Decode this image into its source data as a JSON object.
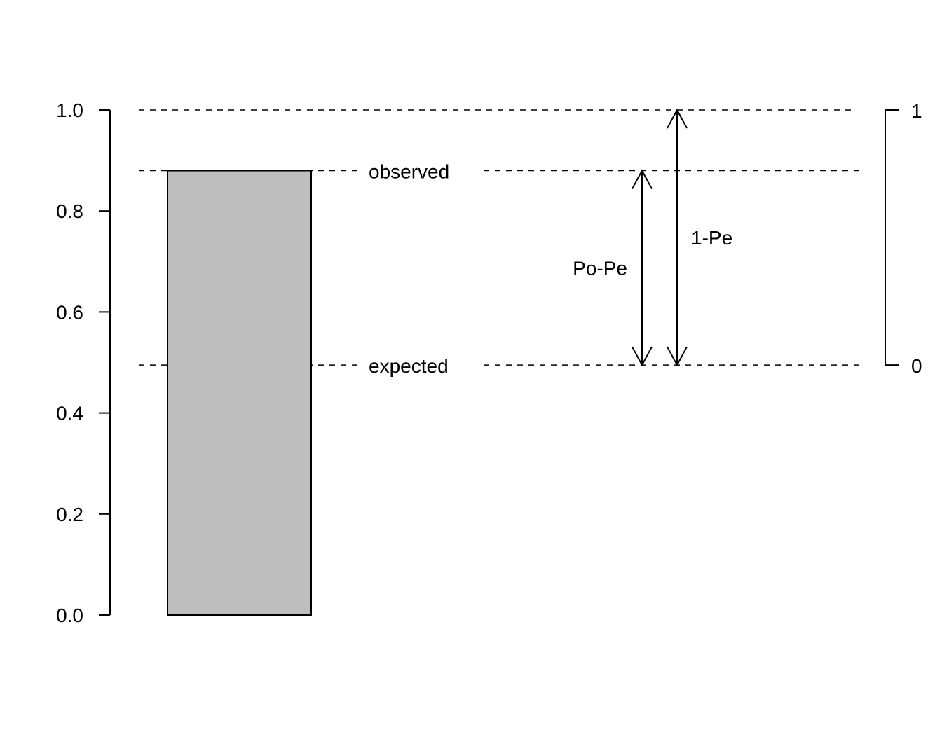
{
  "chart_data": {
    "type": "bar",
    "categories": [
      ""
    ],
    "values": [
      0.88
    ],
    "bar_color": "#bebebe",
    "ylim": [
      0,
      1
    ],
    "y_ticks": [
      {
        "value": 0.0,
        "label": "0.0"
      },
      {
        "value": 0.2,
        "label": "0.2"
      },
      {
        "value": 0.4,
        "label": "0.4"
      },
      {
        "value": 0.6,
        "label": "0.6"
      },
      {
        "value": 0.8,
        "label": "0.8"
      },
      {
        "value": 1.0,
        "label": "1.0"
      }
    ],
    "reference_lines": [
      {
        "value": 1.0,
        "label": ""
      },
      {
        "value": 0.88,
        "label": "observed"
      },
      {
        "value": 0.495,
        "label": "expected"
      }
    ],
    "arrows": [
      {
        "label": "Po-Pe",
        "from": 0.495,
        "to": 0.88
      },
      {
        "label": "1-Pe",
        "from": 0.495,
        "to": 1.0
      }
    ],
    "right_axis": {
      "range": [
        0.495,
        1.0
      ],
      "ticks": [
        {
          "value": 1.0,
          "label": "1"
        },
        {
          "value": 0.495,
          "label": "0"
        }
      ]
    },
    "grid": false,
    "legend": "none"
  }
}
